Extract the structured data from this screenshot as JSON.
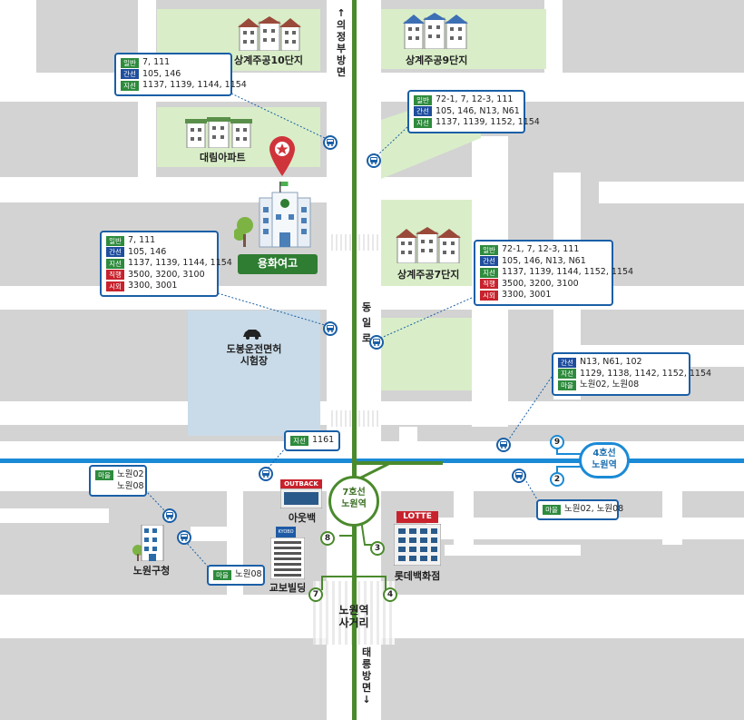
{
  "labels": {
    "uijeongbu": "의정부방면",
    "taereung": "태릉방면",
    "dongilro": "동일로",
    "sanggye10": "상계주공10단지",
    "sanggye9": "상계주공9단지",
    "daerim": "대림아파트",
    "yonghwa": "용화여고",
    "sanggye7": "상계주공7단지",
    "dobong_l1": "도봉운전면허",
    "dobong_l2": "시험장",
    "line7_l1": "7호선",
    "line7_l2": "노원역",
    "line4_l1": "4호선",
    "line4_l2": "노원역",
    "outback": "아웃백",
    "lotte": "롯데백화점",
    "lotte_sign": "LOTTE",
    "outback_sign": "OUTBACK",
    "kyobo_sign": "KYOBO",
    "kyobo": "교보빌딩",
    "nowon_gu": "노원구청",
    "crossroad_l1": "노원역",
    "crossroad_l2": "사거리",
    "arrow_up": "↑",
    "arrow_down": "↓"
  },
  "exits": {
    "e2": "2",
    "e3": "3",
    "e4": "4",
    "e7": "7",
    "e8": "8",
    "e9": "9"
  },
  "boxes": {
    "b1": [
      {
        "t": "일반",
        "c": "green",
        "v": "7, 111"
      },
      {
        "t": "간선",
        "c": "blue",
        "v": "105, 146"
      },
      {
        "t": "지선",
        "c": "green",
        "v": "1137, 1139, 1144, 1154"
      }
    ],
    "b2": [
      {
        "t": "일반",
        "c": "green",
        "v": "72-1, 7, 12-3, 111"
      },
      {
        "t": "간선",
        "c": "blue",
        "v": "105, 146, N13, N61"
      },
      {
        "t": "지선",
        "c": "green",
        "v": "1137, 1139, 1152, 1154"
      }
    ],
    "b3": [
      {
        "t": "일반",
        "c": "green",
        "v": "7, 111"
      },
      {
        "t": "간선",
        "c": "blue",
        "v": "105, 146"
      },
      {
        "t": "지선",
        "c": "green",
        "v": "1137, 1139, 1144, 1154"
      },
      {
        "t": "직행",
        "c": "red",
        "v": "3500, 3200, 3100"
      },
      {
        "t": "시외",
        "c": "red",
        "v": "3300, 3001"
      }
    ],
    "b4": [
      {
        "t": "일반",
        "c": "green",
        "v": "72-1, 7, 12-3, 111"
      },
      {
        "t": "간선",
        "c": "blue",
        "v": "105, 146, N13, N61"
      },
      {
        "t": "지선",
        "c": "green",
        "v": "1137, 1139, 1144, 1152, 1154"
      },
      {
        "t": "직행",
        "c": "red",
        "v": "3500, 3200, 3100"
      },
      {
        "t": "시외",
        "c": "red",
        "v": "3300, 3001"
      }
    ],
    "b5": [
      {
        "t": "간선",
        "c": "blue",
        "v": "N13, N61, 102"
      },
      {
        "t": "지선",
        "c": "green",
        "v": "1129, 1138, 1142, 1152, 1154"
      },
      {
        "t": "마을",
        "c": "green",
        "v": "노원02, 노원08"
      }
    ],
    "b6": [
      {
        "t": "지선",
        "c": "green",
        "v": "1161"
      }
    ],
    "b7": [
      {
        "t": "마을",
        "c": "green",
        "v": "노원02"
      },
      {
        "t": "",
        "c": "none",
        "v": "노원08"
      }
    ],
    "b8": [
      {
        "t": "마을",
        "c": "green",
        "v": "노원02, 노원08"
      }
    ],
    "b9": [
      {
        "t": "마을",
        "c": "green",
        "v": "노원08"
      }
    ]
  },
  "colors": {
    "line4": "#1a8ad6",
    "line7": "#4a8a2c",
    "bus_border": "#1a5fa6",
    "park": "#d9eec8",
    "road": "#ffffff",
    "block": "#d3d3d3"
  }
}
